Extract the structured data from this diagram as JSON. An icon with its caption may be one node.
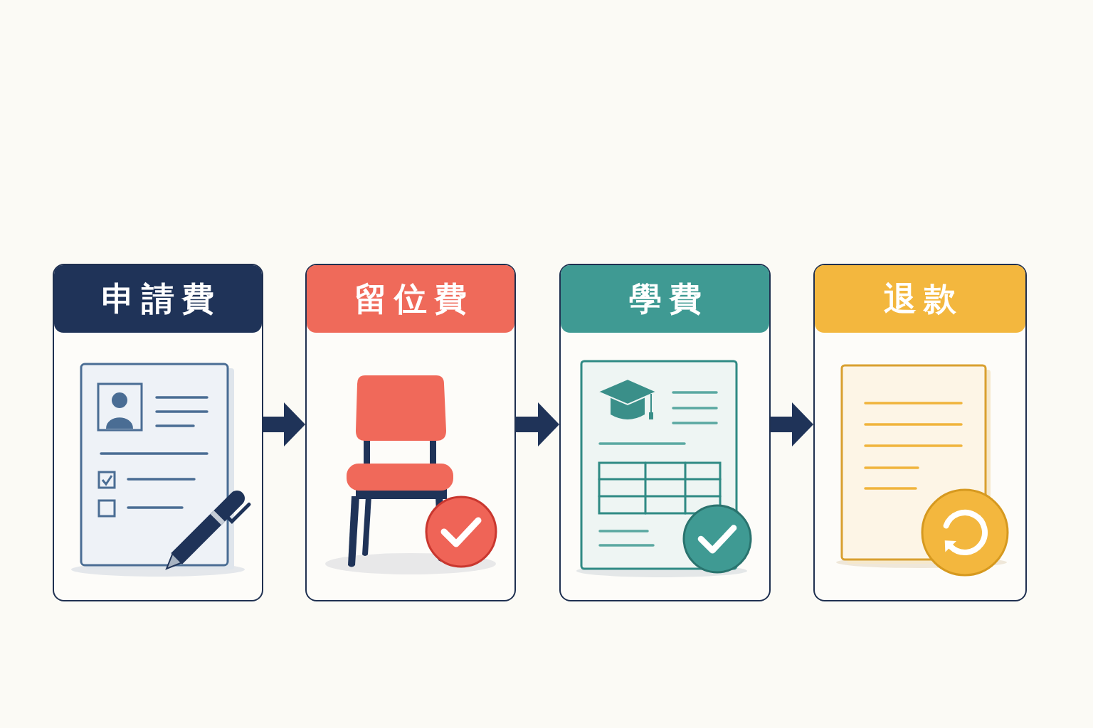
{
  "diagram": {
    "nodes": [
      {
        "text": [
          "申請費"
        ]
      },
      {
        "text": [
          "留位費"
        ]
      },
      {
        "text": [
          "學費"
        ]
      },
      {
        "text": [
          "退款"
        ]
      }
    ],
    "edges": [
      {
        "from": 0,
        "to": 1,
        "arrow": "to"
      },
      {
        "from": 1,
        "to": 2,
        "arrow": "to"
      },
      {
        "from": 2,
        "to": 3,
        "arrow": "to"
      }
    ]
  }
}
